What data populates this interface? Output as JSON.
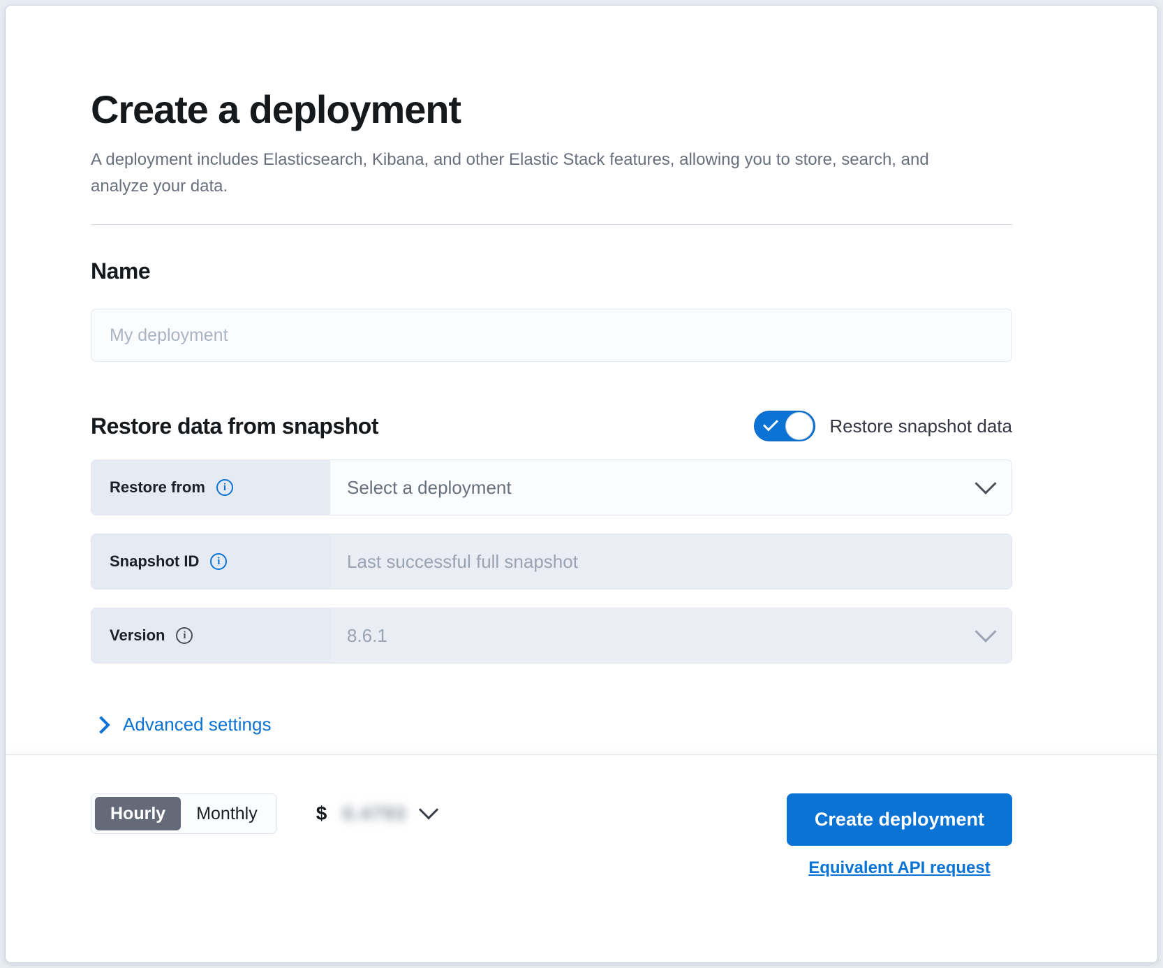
{
  "header": {
    "title": "Create a deployment",
    "description": "A deployment includes Elasticsearch, Kibana, and other Elastic Stack features, allowing you to store, search, and analyze your data."
  },
  "name_section": {
    "title": "Name",
    "input_placeholder": "My deployment",
    "input_value": ""
  },
  "restore_section": {
    "title": "Restore data from snapshot",
    "toggle_label": "Restore snapshot data",
    "toggle_on": true,
    "fields": [
      {
        "label": "Restore from",
        "value": "Select a deployment",
        "info_icon": "info-icon",
        "chevron_icon": "chevron-down-icon",
        "disabled": false
      },
      {
        "label": "Snapshot ID",
        "value": "Last successful full snapshot",
        "info_icon": "info-icon",
        "chevron_icon": "",
        "disabled": true
      },
      {
        "label": "Version",
        "value": "8.6.1",
        "info_icon": "info-icon",
        "chevron_icon": "chevron-down-icon",
        "disabled": true
      }
    ],
    "advanced_settings_label": "Advanced settings",
    "advanced_settings_icon": "chevron-right-icon"
  },
  "footer": {
    "billing_options": [
      "Hourly",
      "Monthly"
    ],
    "billing_selected": "Hourly",
    "price_currency": "$",
    "price_value": "0.4793",
    "price_chevron_icon": "chevron-down-icon",
    "create_button_label": "Create deployment",
    "api_link_label": "Equivalent API request"
  },
  "colors": {
    "accent": "#0b73d4",
    "title": "#16191c",
    "muted_text": "#696f7d",
    "segment_active_bg": "#646a77",
    "field_label_bg": "#e6eaf3"
  }
}
